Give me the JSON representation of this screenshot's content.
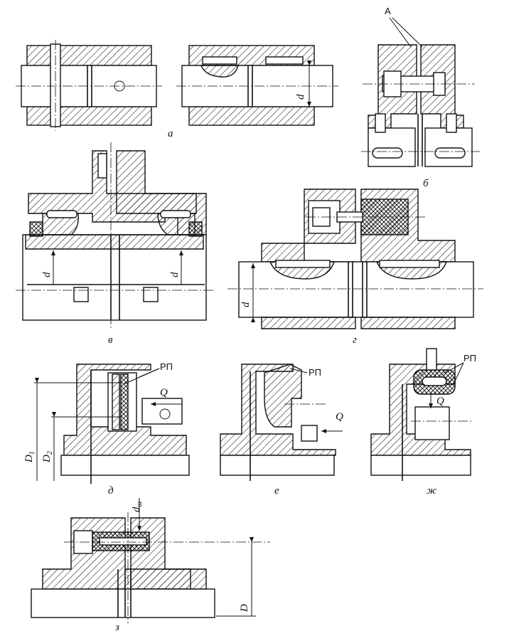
{
  "labels": {
    "a": "а",
    "b": "б",
    "v": "в",
    "g": "г",
    "d_fig": "д",
    "e": "е",
    "zh": "ж",
    "z": "з"
  },
  "annotations": {
    "A": "А",
    "d": "d",
    "RP": "РП",
    "Q": "Q",
    "D1": "D",
    "D1_sub": "1",
    "D2": "D",
    "D2_sub": "2",
    "dsh": "d",
    "dsh_sub": "ш",
    "D": "D"
  }
}
